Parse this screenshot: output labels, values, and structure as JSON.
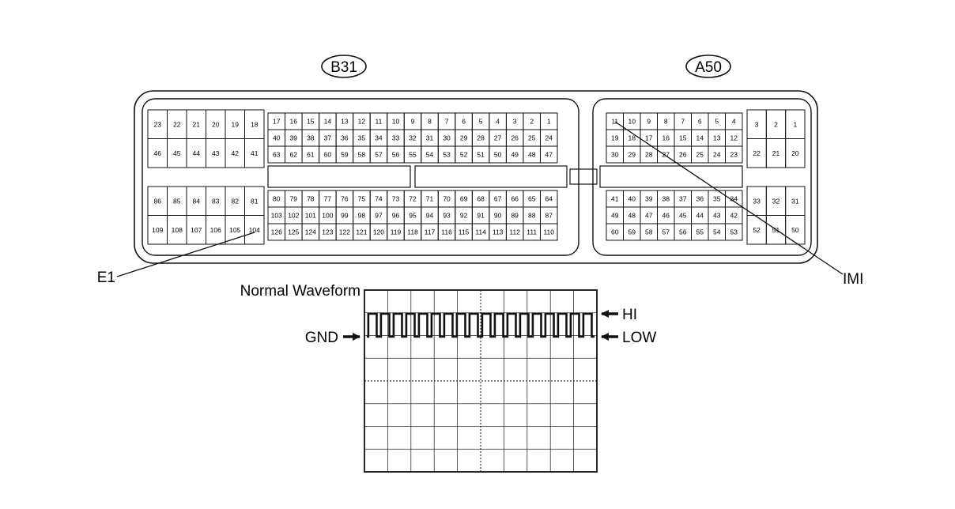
{
  "connectors": {
    "b31": {
      "label": "B31",
      "blocks": {
        "top_left": [
          [
            23,
            22,
            21,
            20,
            19,
            18
          ],
          [
            46,
            45,
            44,
            43,
            42,
            41
          ]
        ],
        "top_right": [
          [
            17,
            16,
            15,
            14,
            13,
            12,
            11,
            10,
            9,
            8,
            7,
            6,
            5,
            4,
            3,
            2,
            1
          ],
          [
            40,
            39,
            38,
            37,
            36,
            35,
            34,
            33,
            32,
            31,
            30,
            29,
            28,
            27,
            26,
            25,
            24
          ],
          [
            63,
            62,
            61,
            60,
            59,
            58,
            57,
            56,
            55,
            54,
            53,
            52,
            51,
            50,
            49,
            48,
            47
          ]
        ],
        "bottom_left": [
          [
            86,
            85,
            84,
            83,
            82,
            81
          ],
          [
            109,
            108,
            107,
            106,
            105,
            104
          ]
        ],
        "bottom_right": [
          [
            80,
            79,
            78,
            77,
            76,
            75,
            74,
            73,
            72,
            71,
            70,
            69,
            68,
            67,
            66,
            65,
            64
          ],
          [
            103,
            102,
            101,
            100,
            99,
            98,
            97,
            96,
            95,
            94,
            93,
            92,
            91,
            90,
            89,
            88,
            87
          ],
          [
            126,
            125,
            124,
            123,
            122,
            121,
            120,
            119,
            118,
            117,
            116,
            115,
            114,
            113,
            112,
            111,
            110
          ]
        ]
      }
    },
    "a50": {
      "label": "A50",
      "blocks": {
        "top_left": [
          [
            11,
            10,
            9,
            8,
            7,
            6,
            5,
            4
          ],
          [
            19,
            18,
            17,
            16,
            15,
            14,
            13,
            12
          ],
          [
            30,
            29,
            28,
            27,
            26,
            25,
            24,
            23
          ]
        ],
        "top_right": [
          [
            3,
            2,
            1
          ],
          [
            22,
            21,
            20
          ]
        ],
        "bottom_left": [
          [
            41,
            40,
            39,
            38,
            37,
            36,
            35,
            34
          ],
          [
            49,
            48,
            47,
            46,
            45,
            44,
            43,
            42
          ],
          [
            60,
            59,
            58,
            57,
            56,
            55,
            54,
            53
          ]
        ],
        "bottom_right": [
          [
            33,
            32,
            31
          ],
          [
            52,
            51,
            50
          ]
        ]
      }
    }
  },
  "callouts": {
    "e1": "E1",
    "imi": "IMI"
  },
  "waveform": {
    "title": "Normal Waveform",
    "hi": "HI",
    "low": "LOW",
    "gnd": "GND",
    "grid_cols": 10,
    "grid_rows": 8,
    "pulse_count": 18
  }
}
